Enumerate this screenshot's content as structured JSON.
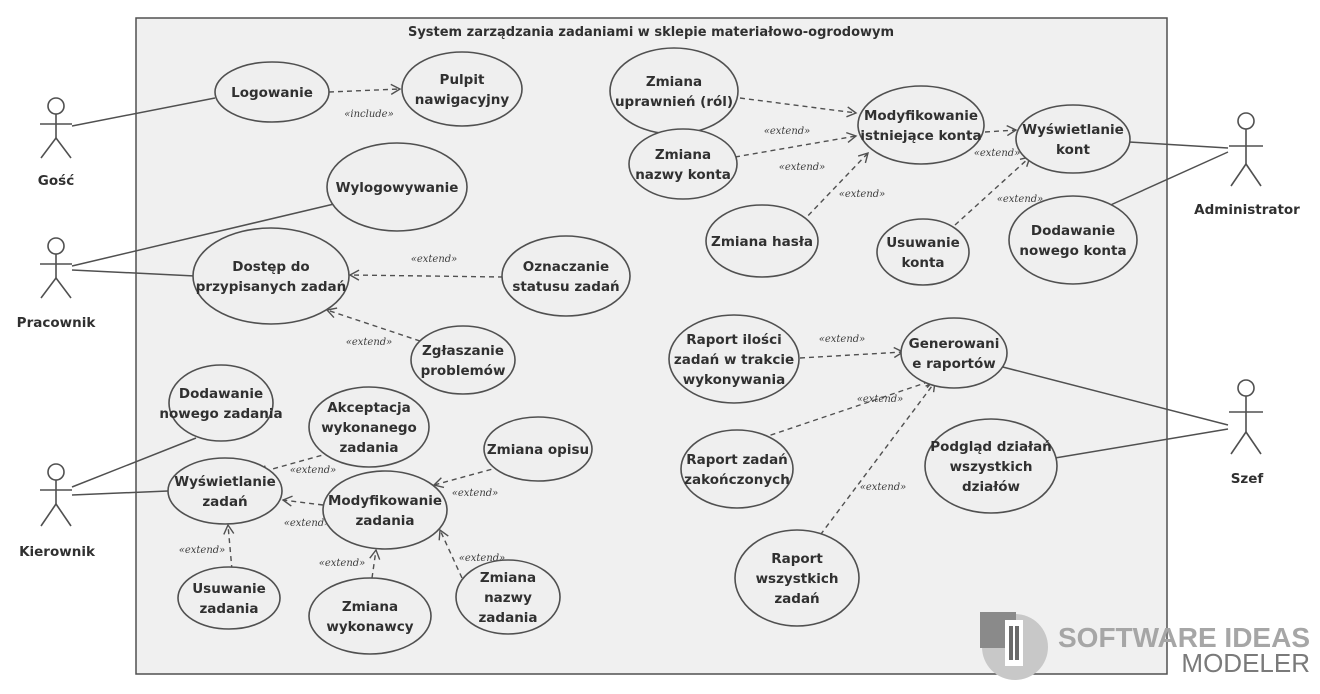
{
  "system": {
    "title": "System zarządzania zadaniami w sklepie materiałowo-ogrodowym"
  },
  "actors": {
    "gosc": "Gość",
    "pracownik": "Pracownik",
    "kierownik": "Kierownik",
    "administrator": "Administrator",
    "szef": "Szef"
  },
  "use_cases": {
    "logowanie": [
      "Logowanie"
    ],
    "pulpit": [
      "Pulpit",
      "nawigacyjny"
    ],
    "wylogowywanie": [
      "Wylogowywanie"
    ],
    "dostep": [
      "Dostęp do",
      "przypisanych zadań"
    ],
    "oznaczanie": [
      "Oznaczanie",
      "statusu zadań"
    ],
    "zglaszanie": [
      "Zgłaszanie",
      "problemów"
    ],
    "dodawanie_zadania": [
      "Dodawanie",
      "nowego zadania"
    ],
    "akceptacja": [
      "Akceptacja",
      "wykonanego",
      "zadania"
    ],
    "wyswietlanie_zadan": [
      "Wyświetlanie",
      "zadań"
    ],
    "zmiana_opisu": [
      "Zmiana opisu"
    ],
    "modyfikowanie_zadania": [
      "Modyfikowanie",
      "zadania"
    ],
    "usuwanie_zadania": [
      "Usuwanie",
      "zadania"
    ],
    "zmiana_wykonawcy": [
      "Zmiana",
      "wykonawcy"
    ],
    "zmiana_nazwy_zadania": [
      "Zmiana",
      "nazwy",
      "zadania"
    ],
    "zmiana_uprawnien": [
      "Zmiana",
      "uprawnień (ról)"
    ],
    "zmiana_nazwy_konta": [
      "Zmiana",
      "nazwy konta"
    ],
    "zmiana_hasla": [
      "Zmiana hasła"
    ],
    "modyfikowanie_konta": [
      "Modyfikowanie",
      "istniejące konta"
    ],
    "wyswietlanie_kont": [
      "Wyświetlanie",
      "kont"
    ],
    "usuwanie_konta": [
      "Usuwanie",
      "konta"
    ],
    "dodawanie_konta": [
      "Dodawanie",
      "nowego konta"
    ],
    "raport_ilosci": [
      "Raport ilości",
      "zadań w trakcie",
      "wykonywania"
    ],
    "generowanie": [
      "Generowani",
      "e raportów"
    ],
    "raport_zakonczonych": [
      "Raport zadań",
      "zakończonych"
    ],
    "podglad": [
      "Podgląd działań",
      "wszystkich",
      "działów"
    ],
    "raport_wszystkich": [
      "Raport",
      "wszystkich",
      "zadań"
    ]
  },
  "stereotypes": {
    "include": "«include»",
    "extend": "«extend»"
  },
  "watermark": {
    "line1": "SOFTWARE IDEAS",
    "line2": "MODELER"
  },
  "colors": {
    "usecase_fill": "#efefef",
    "stroke": "#505050",
    "system_fill": "#f0f0f0"
  }
}
